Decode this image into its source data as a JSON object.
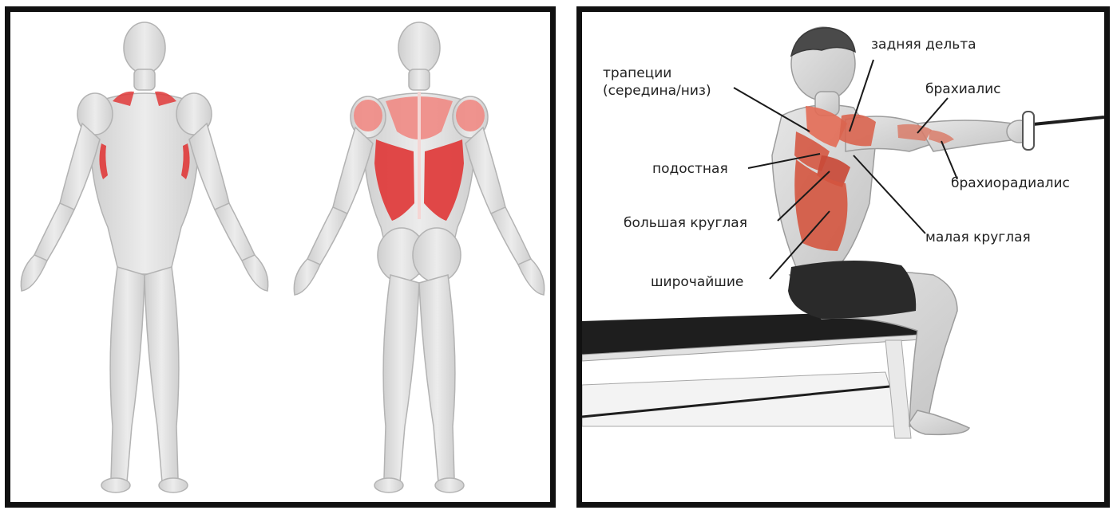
{
  "colors": {
    "muscle_highlight": "#e03a3a",
    "muscle_highlight_light": "#ef8a84",
    "body_grey": "#d9d9d9",
    "body_outline": "#b3b3b3",
    "bench": "#1e1e1e",
    "frame": "#111111"
  },
  "labels": {
    "trapezius": "трапеции\n(середина/низ)",
    "rear_delt": "задняя дельта",
    "brachialis": "брахиалис",
    "infraspinatus": "подостная",
    "brachioradialis": "брахиорадиалис",
    "teres_major": "большая круглая",
    "teres_minor": "малая круглая",
    "lats": "широчайшие"
  }
}
